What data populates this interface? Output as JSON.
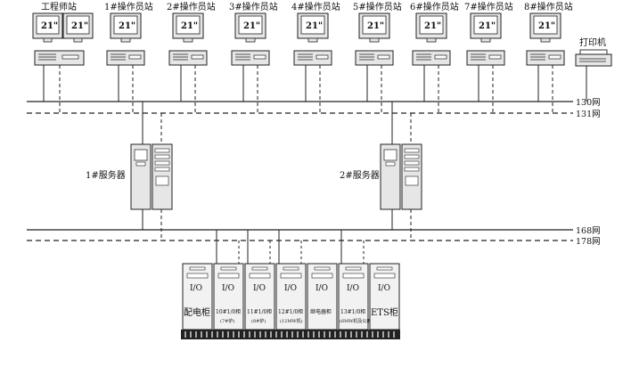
{
  "stations": [
    {
      "label": "工程师站",
      "screen": "21\"",
      "screen2": "21\""
    },
    {
      "label": "1#操作员站",
      "screen": "21\""
    },
    {
      "label": "2#操作员站",
      "screen": "21\""
    },
    {
      "label": "3#操作员站",
      "screen": "21\""
    },
    {
      "label": "4#操作员站",
      "screen": "21\""
    },
    {
      "label": "5#操作员站",
      "screen": "21\""
    },
    {
      "label": "6#操作员站",
      "screen": "21\""
    },
    {
      "label": "7#操作员站",
      "screen": "21\""
    },
    {
      "label": "8#操作员站",
      "screen": "21\""
    }
  ],
  "printer": {
    "label": "打印机"
  },
  "networks": {
    "net130": "130网",
    "net131": "131网",
    "net168": "168网",
    "net178": "178网"
  },
  "servers": [
    {
      "label": "1#服务器"
    },
    {
      "label": "2#服务器"
    }
  ],
  "cabinets": [
    {
      "io": "I/O",
      "name": "配电柜",
      "sub": ""
    },
    {
      "io": "I/O",
      "name": "10#1/0柜",
      "sub": "(7#炉)"
    },
    {
      "io": "I/O",
      "name": "11#1/0柜",
      "sub": "(8#炉)"
    },
    {
      "io": "I/O",
      "name": "12#1/0柜",
      "sub": "(12MW机)"
    },
    {
      "io": "I/O",
      "name": "继电器柜",
      "sub": ""
    },
    {
      "io": "I/O",
      "name": "13#1/0柜",
      "sub": "(6MW机及公用)"
    },
    {
      "io": "I/O",
      "name": "ETS柜",
      "sub": ""
    }
  ],
  "colors": {
    "line": "#222222",
    "equip": "#e6e6e6",
    "cabinet": "#f2f2f2",
    "background": "#ffffff"
  }
}
